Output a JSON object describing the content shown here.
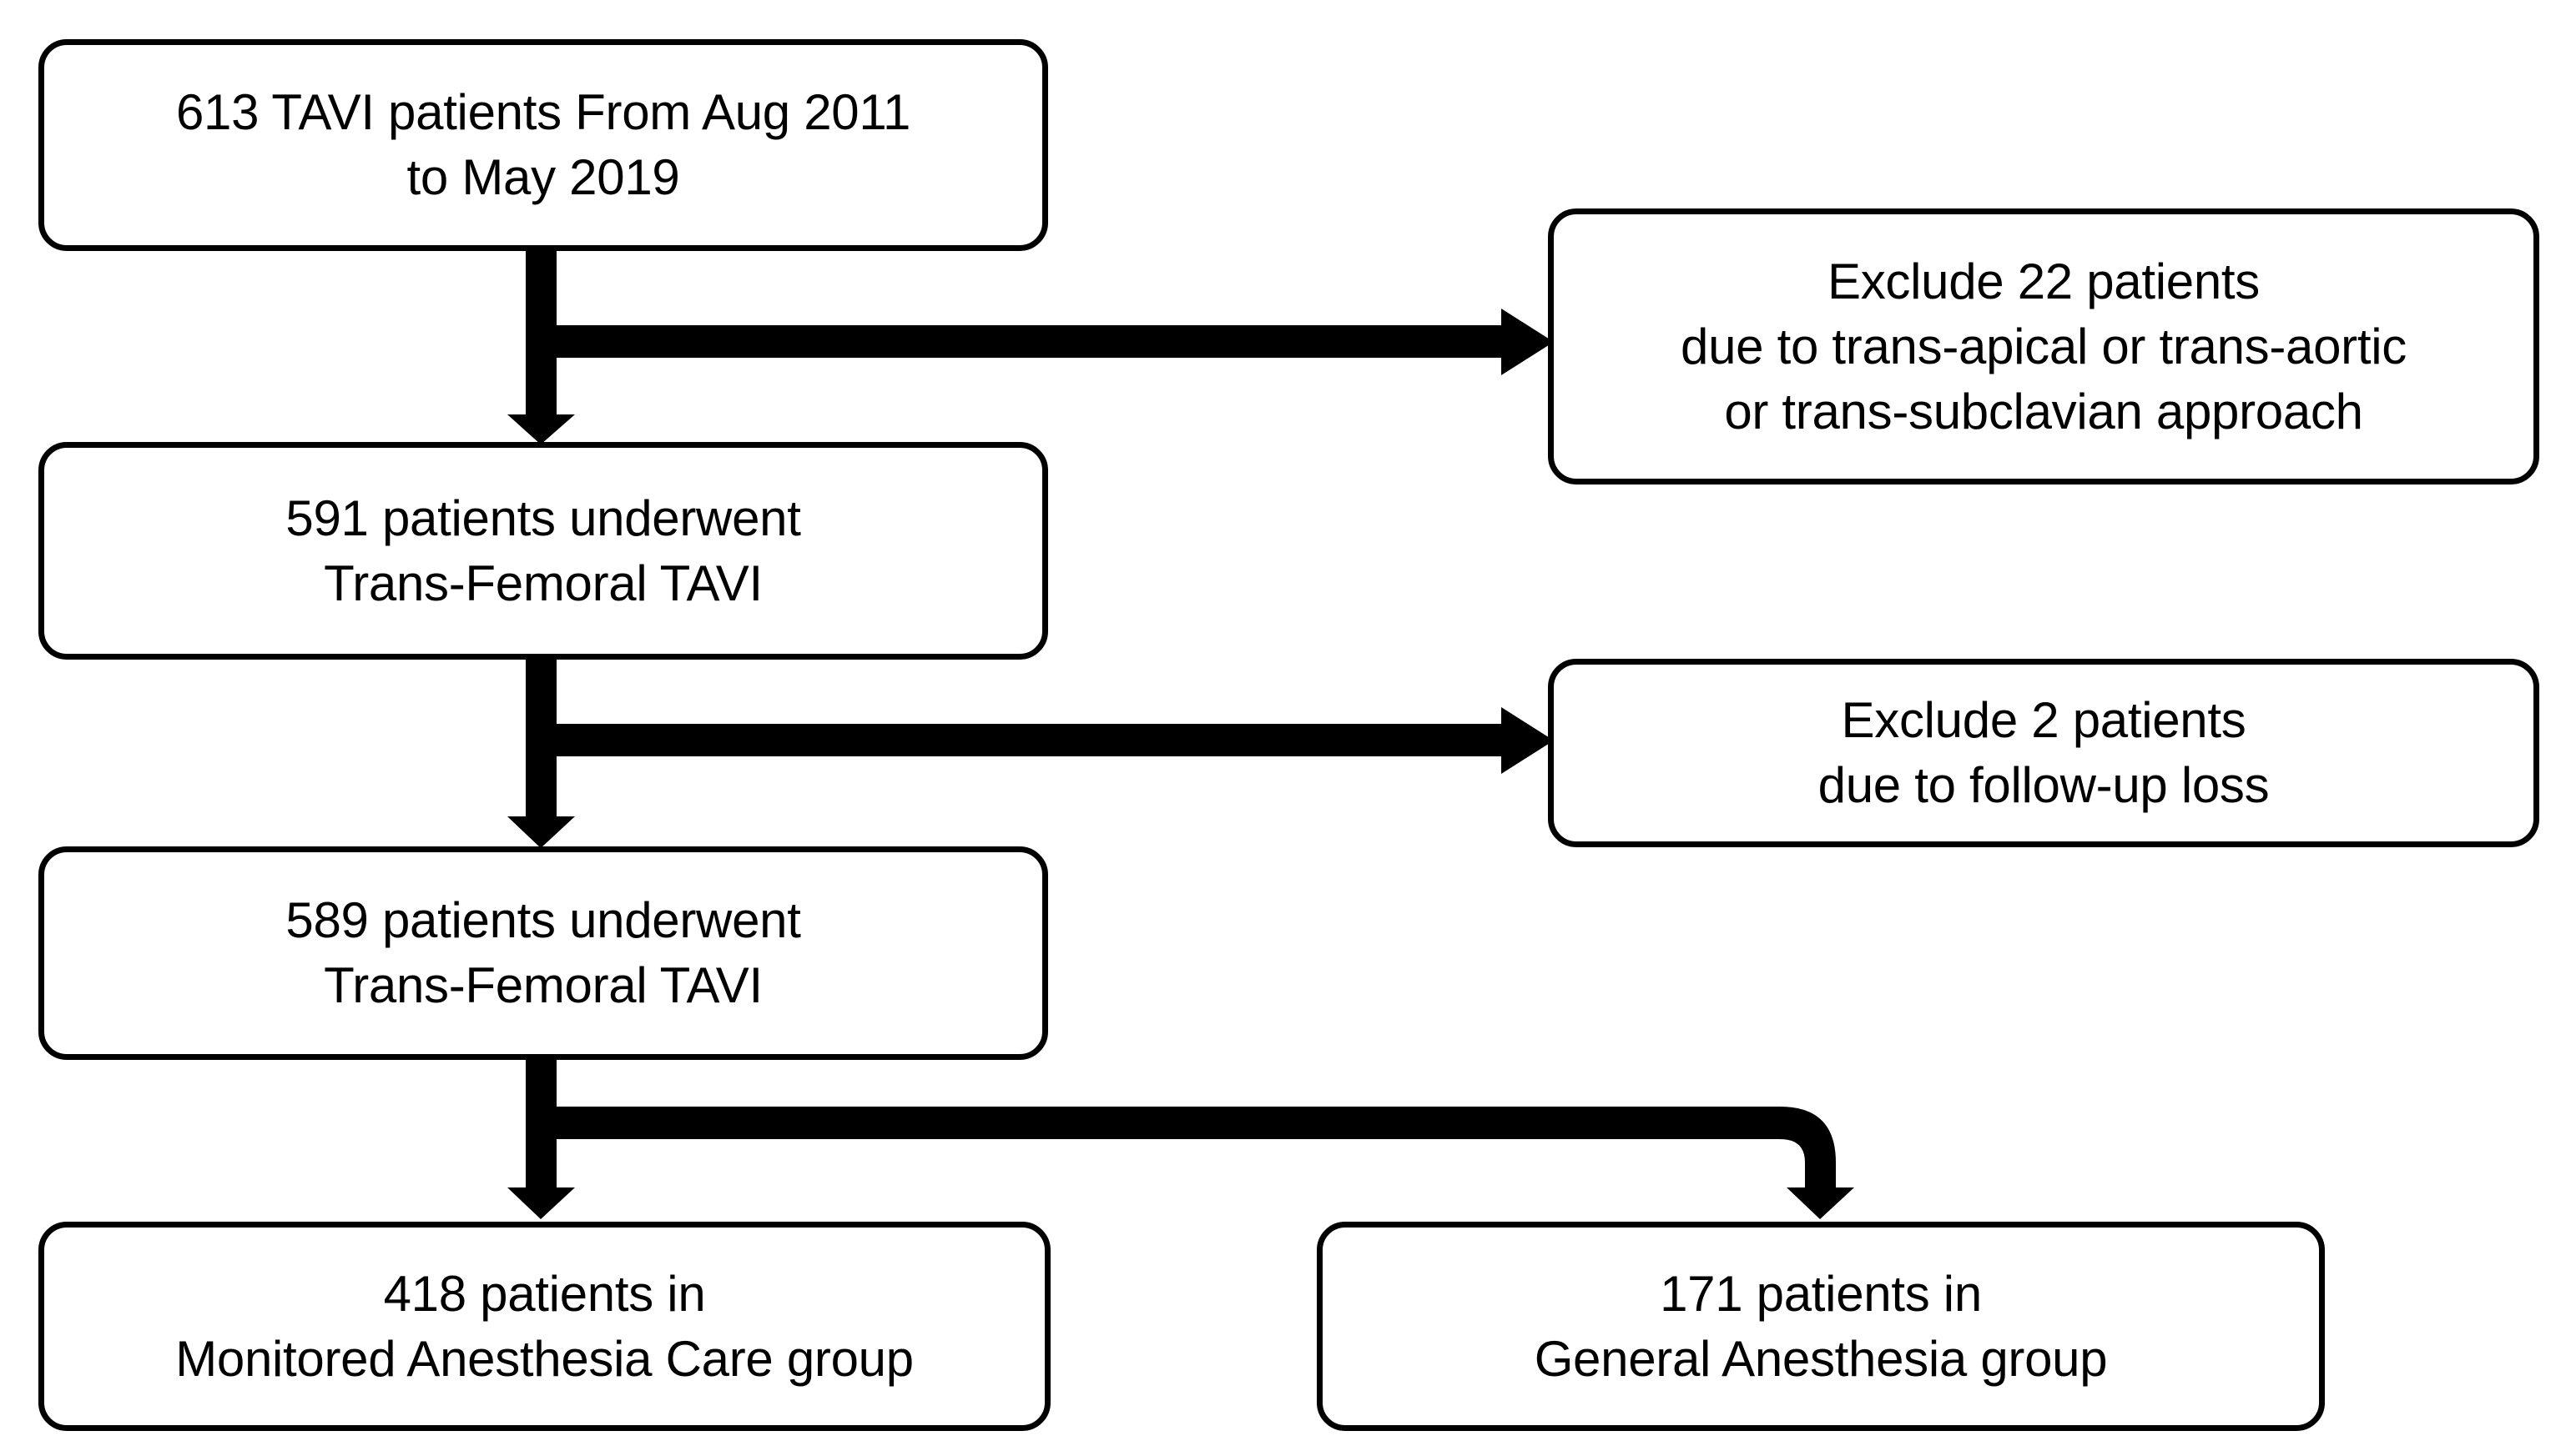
{
  "diagram": {
    "title": "TAVI patient selection flow diagram",
    "type": "flowchart",
    "orientation": "top-to-bottom",
    "stroke_color": "#000000",
    "fill_color": "#ffffff",
    "nodes": {
      "enrolled": {
        "id": "enrolled",
        "role": "source-cohort",
        "text": "613 TAVI patients From Aug 2011\nto May 2019",
        "count": 613
      },
      "exclusion_1": {
        "id": "exclusion_1",
        "role": "exclusion",
        "text": "Exclude 22 patients\ndue to trans-apical or trans-aortic\nor trans-subclavian approach",
        "count": 22
      },
      "tf_591": {
        "id": "tf_591",
        "role": "cohort",
        "text": "591 patients underwent\nTrans-Femoral TAVI",
        "count": 591
      },
      "exclusion_2": {
        "id": "exclusion_2",
        "role": "exclusion",
        "text": "Exclude 2 patients\ndue to follow-up loss",
        "count": 2
      },
      "tf_589": {
        "id": "tf_589",
        "role": "cohort",
        "text": "589 patients underwent\nTrans-Femoral TAVI",
        "count": 589
      },
      "mac_group": {
        "id": "mac_group",
        "role": "study-arm",
        "text": "418 patients in\nMonitored Anesthesia Care group",
        "count": 418
      },
      "ga_group": {
        "id": "ga_group",
        "role": "study-arm",
        "text": "171 patients in\nGeneral Anesthesia group",
        "count": 171
      }
    },
    "edges": [
      {
        "id": "edge-enrolled-to-tf591",
        "from": "enrolled",
        "to": "tf_591",
        "direction": "down",
        "arrowhead": "down-arrow-icon"
      },
      {
        "id": "edge-enrolled-to-excl1",
        "from": "enrolled",
        "to": "exclusion_1",
        "direction": "right",
        "arrowhead": "right-arrow-icon"
      },
      {
        "id": "edge-tf591-to-tf589",
        "from": "tf_591",
        "to": "tf_589",
        "direction": "down",
        "arrowhead": "down-arrow-icon"
      },
      {
        "id": "edge-tf591-to-excl2",
        "from": "tf_591",
        "to": "exclusion_2",
        "direction": "right",
        "arrowhead": "right-arrow-icon"
      },
      {
        "id": "edge-tf589-to-mac",
        "from": "tf_589",
        "to": "mac_group",
        "direction": "down",
        "arrowhead": "down-arrow-icon"
      },
      {
        "id": "edge-tf589-to-ga",
        "from": "tf_589",
        "to": "ga_group",
        "direction": "down-right",
        "arrowhead": "down-arrow-icon"
      }
    ]
  }
}
